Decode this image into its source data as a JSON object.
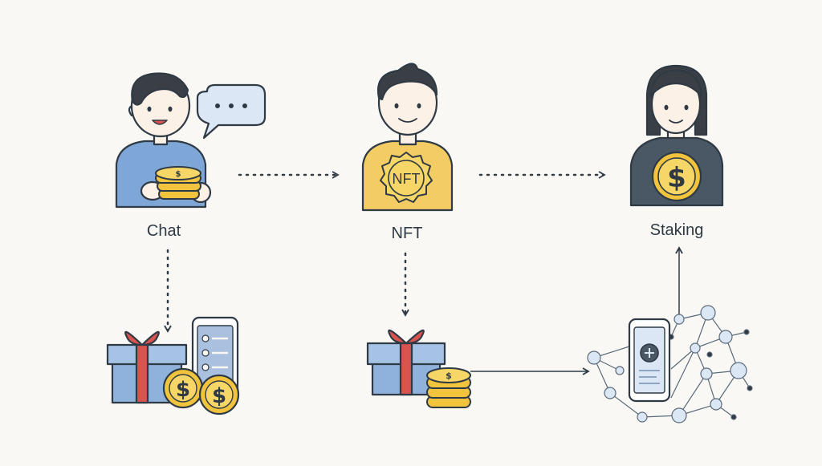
{
  "diagram": {
    "nodes": [
      {
        "id": "chat",
        "label": "Chat"
      },
      {
        "id": "nft",
        "label": "NFT",
        "badge_text": "NFT"
      },
      {
        "id": "staking",
        "label": "Staking"
      }
    ],
    "rewards": [
      {
        "id": "chat-rewards",
        "contents": [
          "gift-box",
          "coins",
          "phone"
        ]
      },
      {
        "id": "nft-rewards",
        "contents": [
          "gift-box",
          "coin-stack"
        ]
      },
      {
        "id": "network",
        "contents": [
          "phone",
          "node-network"
        ]
      }
    ],
    "connections": [
      {
        "from": "chat",
        "to": "nft",
        "style": "dotted"
      },
      {
        "from": "nft",
        "to": "staking",
        "style": "dotted"
      },
      {
        "from": "chat",
        "to": "chat-rewards",
        "style": "dotted"
      },
      {
        "from": "nft",
        "to": "nft-rewards",
        "style": "dotted"
      },
      {
        "from": "nft-rewards",
        "to": "network",
        "style": "solid"
      },
      {
        "from": "network",
        "to": "staking",
        "style": "solid"
      }
    ]
  },
  "colors": {
    "background": "#f9f8f5",
    "outline": "#2f3a44",
    "shirt_blue": "#7ea6d6",
    "shirt_yellow": "#f3cd63",
    "shirt_slate": "#4a5866",
    "coin_gold": "#f2c33d",
    "gift_blue": "#8fb2dc",
    "ribbon_red": "#d9534f",
    "skin": "#fbf1e6"
  }
}
